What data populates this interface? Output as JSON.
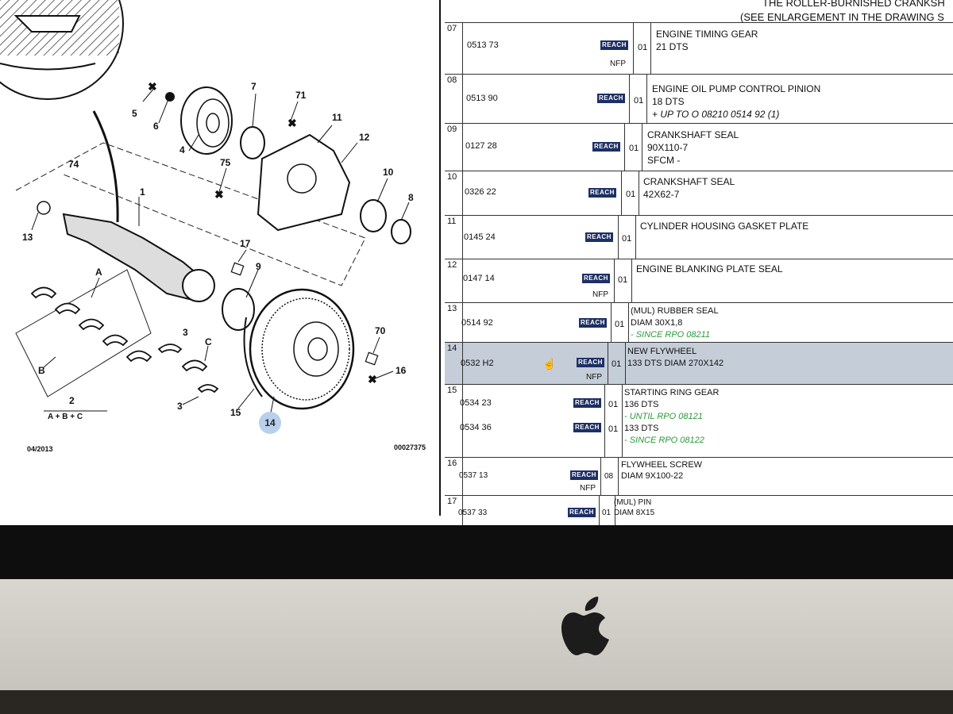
{
  "header": {
    "line1": "THE ROLLER-BURNISHED CRANKSH",
    "line2": "(SEE ENLARGEMENT IN THE DRAWING S"
  },
  "diagram": {
    "date": "04/2013",
    "doc_code": "00027375",
    "labels": [
      "5",
      "6",
      "7",
      "71",
      "11",
      "12",
      "4",
      "75",
      "10",
      "8",
      "74",
      "1",
      "13",
      "17",
      "9",
      "A",
      "70",
      "16",
      "3",
      "C",
      "B",
      "2",
      "A + B + C",
      "15",
      "14",
      "3"
    ]
  },
  "rows": [
    {
      "num": "07",
      "part": "0513 73",
      "qty": "01",
      "nfp": "NFP",
      "desc": [
        "ENGINE TIMING GEAR",
        "21 DTS"
      ]
    },
    {
      "num": "08",
      "part": "0513 90",
      "qty": "01",
      "nfp": "",
      "desc": [
        "ENGINE OIL PUMP CONTROL PINION",
        "18 DTS",
        "+ UP TO O 08210 0514 92 (1)"
      ]
    },
    {
      "num": "09",
      "part": "0127 28",
      "qty": "01",
      "nfp": "",
      "desc": [
        "CRANKSHAFT SEAL",
        "90X110-7",
        "SFCM -"
      ]
    },
    {
      "num": "10",
      "part": "0326 22",
      "qty": "01",
      "nfp": "",
      "desc": [
        "CRANKSHAFT SEAL",
        "42X62-7"
      ]
    },
    {
      "num": "11",
      "part": "0145 24",
      "qty": "01",
      "nfp": "",
      "desc": [
        "CYLINDER HOUSING GASKET PLATE"
      ]
    },
    {
      "num": "12",
      "part": "0147 14",
      "qty": "01",
      "nfp": "NFP",
      "desc": [
        "ENGINE BLANKING PLATE SEAL"
      ]
    },
    {
      "num": "13",
      "part": "0514 92",
      "qty": "01",
      "nfp": "",
      "desc": [
        "(MUL) RUBBER SEAL",
        "DIAM 30X1,8"
      ],
      "note": "- SINCE RPO 08211"
    },
    {
      "num": "14",
      "part": "0532 H2",
      "qty": "01",
      "nfp": "NFP",
      "desc": [
        "NEW FLYWHEEL",
        "133 DTS DIAM 270X142"
      ]
    },
    {
      "num": "15",
      "part": "0534 23",
      "qty": "01",
      "nfp": "",
      "desc": [
        "STARTING RING GEAR",
        "136 DTS"
      ],
      "note": "- UNTIL RPO 08121",
      "part2": "0534 36",
      "qty2": "01",
      "desc2": "133 DTS",
      "note2": "- SINCE RPO 08122"
    },
    {
      "num": "16",
      "part": "0537 13",
      "qty": "08",
      "nfp": "NFP",
      "desc": [
        "FLYWHEEL SCREW",
        "DIAM 9X100-22"
      ]
    },
    {
      "num": "17",
      "part": "0537 33",
      "qty": "01",
      "nfp": "",
      "desc": [
        "(MUL) PIN",
        "DIAM 8X15"
      ]
    }
  ],
  "reach_label": "REACH",
  "colors": {
    "reach_bg": "#1d2f64",
    "note_green": "#2a9a3a",
    "selected_row": "#c5ced8",
    "selected_callout": "#b8d0ea"
  }
}
